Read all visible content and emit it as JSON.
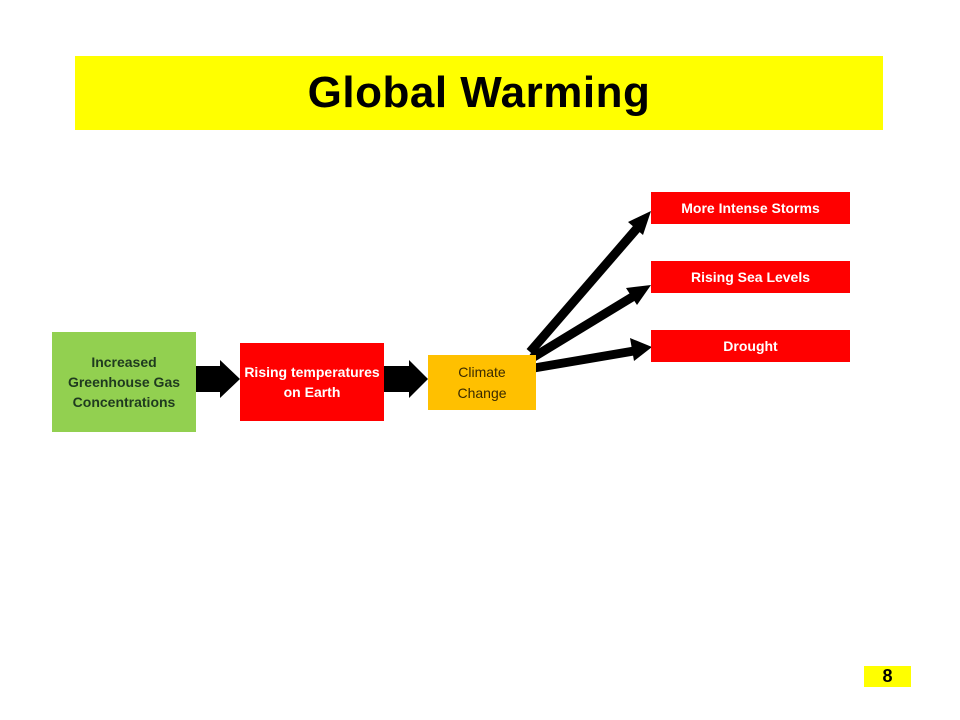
{
  "title": "Global Warming",
  "nodes": {
    "greenhouse": "Increased Greenhouse Gas Concentrations",
    "temperatures": "Rising temperatures on Earth",
    "climate": "Climate Change",
    "storms": "More Intense Storms",
    "sea_levels": "Rising Sea Levels",
    "drought": "Drought"
  },
  "page_number": "8",
  "colors": {
    "banner": "#ffff00",
    "greenhouse_box": "#92d050",
    "red_box": "#ff0000",
    "climate_box": "#ffc000",
    "arrow": "#000000"
  }
}
